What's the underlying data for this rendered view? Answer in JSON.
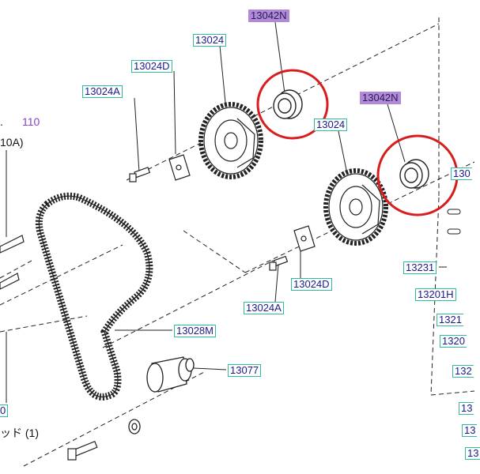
{
  "colors": {
    "label_text": "#1a1a8c",
    "label_border": "#2bbd9d",
    "highlight_label_bg": "#b08ad6",
    "circle": "#d91c1c",
    "line": "#222222"
  },
  "labels": {
    "seal_top": "13042N",
    "seal_right": "13042N",
    "sprocket_top": "13024",
    "sprocket_right": "13024",
    "key_top": "13024D",
    "key_bottom": "13024D",
    "bolt_top": "13024A",
    "bolt_bottom": "13024A",
    "belt": "13028M",
    "idler": "13077",
    "cover_a": "13231",
    "cover_b": "13201H",
    "edge_1": "1321",
    "edge_2": "1320",
    "edge_3": "132",
    "edge_4": "130",
    "edge_5": "13",
    "edge_6": "13",
    "edge_7": "13"
  },
  "plain_text": {
    "ref_number": "110",
    "ref_code": "10A)",
    "note_jp": "ッド (1)",
    "left_code": "0",
    "left_mark": "."
  }
}
